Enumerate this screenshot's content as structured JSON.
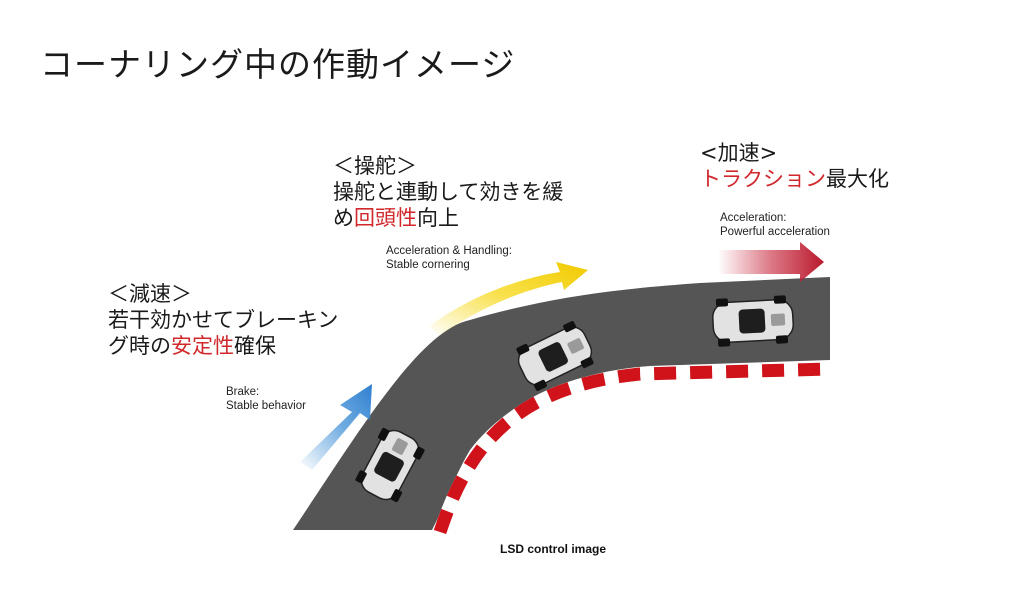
{
  "title": "コーナリング中の作動イメージ",
  "phases": {
    "brake": {
      "heading": "＜減速＞",
      "line1": "若干効かせてブレーキン",
      "line2_pre": "グ時の",
      "line2_red": "安定性",
      "line2_post": "確保",
      "en_line1": "Brake:",
      "en_line2": "Stable behavior",
      "color": "#3f8fd6"
    },
    "steering": {
      "heading": "＜操舵＞",
      "line1": "操舵と連動して効きを緩",
      "line2_pre": "め",
      "line2_red": "回頭性",
      "line2_post": "向上",
      "en_line1": "Acceleration & Handling:",
      "en_line2": "Stable cornering",
      "color": "#f2c900"
    },
    "acceleration": {
      "heading": "<加速>",
      "line1_red": "トラクション",
      "line1_post": "最大化",
      "en_line1": "Acceleration:",
      "en_line2": "Powerful acceleration",
      "color": "#b8192c"
    }
  },
  "caption": "LSD control image",
  "colors": {
    "road": "#555555",
    "curb_red": "#d0131b",
    "curb_white": "#ffffff",
    "highlight_red": "#d1282c"
  }
}
